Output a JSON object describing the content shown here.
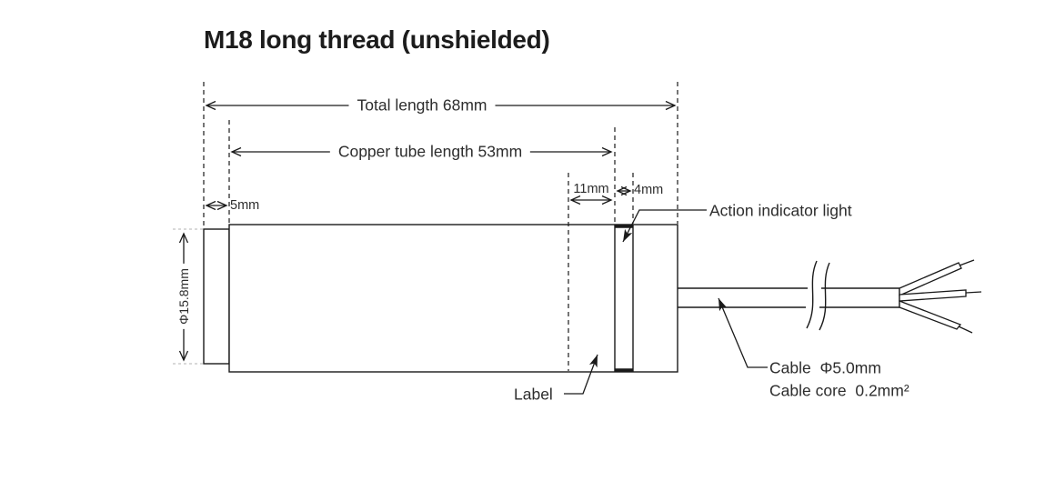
{
  "title": "M18 long thread (unshielded)",
  "dimensions": {
    "total_length": "Total length 68mm",
    "copper_tube_length": "Copper tube length 53mm",
    "tip_length": "5mm",
    "label_zone_length": "11mm",
    "indicator_zone_length": "4mm",
    "diameter": "Φ15.8mm"
  },
  "callouts": {
    "action_indicator": "Action indicator light",
    "label": "Label",
    "cable_line1": "Cable  Φ5.0mm",
    "cable_line2": "Cable core  0.2mm²"
  },
  "colors": {
    "line": "#1a1a1a",
    "muted_dash": "#b3b3b3",
    "background": "#ffffff"
  }
}
